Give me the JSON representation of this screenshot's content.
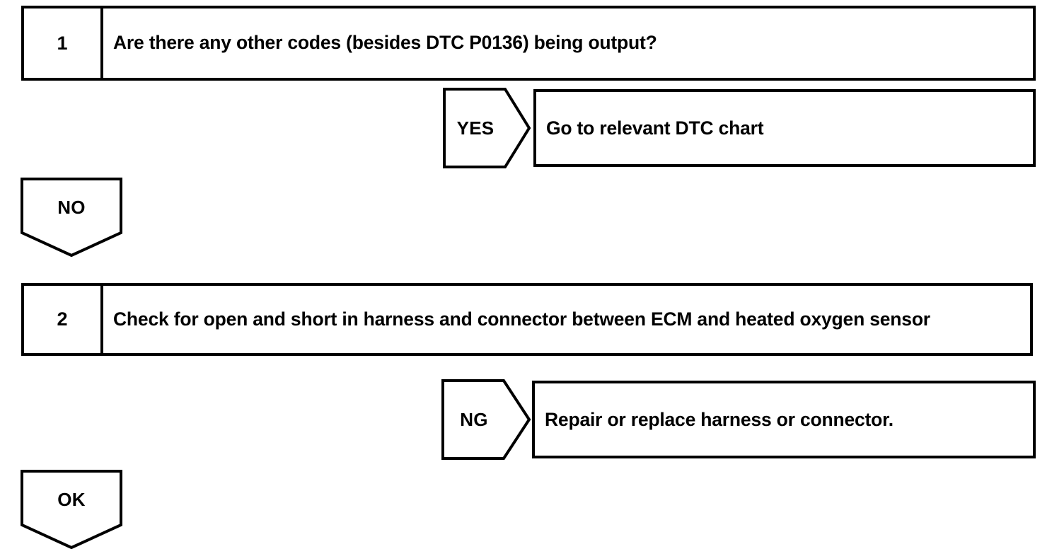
{
  "document": {
    "type": "diagnostic-troubleshooting-flowchart",
    "background_color": "#ffffff",
    "line_color": "#000000"
  },
  "steps": [
    {
      "number": "1",
      "text": "Are there any other codes (besides DTC P0136) being output?"
    },
    {
      "number": "2",
      "text": "Check for open and short in harness and connector between ECM and heated oxygen sensor"
    }
  ],
  "branches": [
    {
      "label": "YES",
      "direction": "right",
      "result": "Go to relevant DTC chart"
    },
    {
      "label": "NO",
      "direction": "down",
      "result": ""
    },
    {
      "label": "NG",
      "direction": "right",
      "result": "Repair or replace harness or connector."
    },
    {
      "label": "OK",
      "direction": "down",
      "result": ""
    }
  ]
}
